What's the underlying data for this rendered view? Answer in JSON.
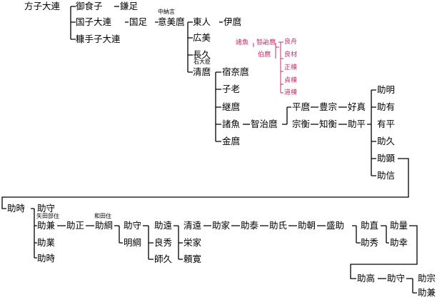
{
  "persons": [
    {
      "name": "方子大連"
    },
    {
      "name": "御食子"
    },
    {
      "name": "鎌足"
    },
    {
      "name": "国子大連"
    },
    {
      "name": "国足"
    },
    {
      "name": "意美麿",
      "title": "中納言"
    },
    {
      "name": "東人"
    },
    {
      "name": "伊麿"
    },
    {
      "name": "糠手子大連"
    },
    {
      "name": "広美"
    },
    {
      "name": "長久"
    },
    {
      "name": "清麿",
      "title": "右大臣"
    },
    {
      "name": "宿奈麿"
    },
    {
      "name": "子老"
    },
    {
      "name": "継麿"
    },
    {
      "name": "諸魚"
    },
    {
      "name": "智治麿"
    },
    {
      "name": "金麿"
    },
    {
      "name": "平麿"
    },
    {
      "name": "豊宗"
    },
    {
      "name": "好真"
    },
    {
      "name": "宗衡"
    },
    {
      "name": "知衡"
    },
    {
      "name": "助平"
    },
    {
      "name": "助明"
    },
    {
      "name": "助有"
    },
    {
      "name": "有平"
    },
    {
      "name": "助久"
    },
    {
      "name": "助顕"
    },
    {
      "name": "助信"
    },
    {
      "name": "助時"
    },
    {
      "name": "助守"
    },
    {
      "name": "助兼",
      "title": "矢田部住"
    },
    {
      "name": "助業"
    },
    {
      "name": "助時"
    },
    {
      "name": "助正"
    },
    {
      "name": "助綱",
      "title": "和田住"
    },
    {
      "name": "助守"
    },
    {
      "name": "明綱"
    },
    {
      "name": "助遠"
    },
    {
      "name": "良秀"
    },
    {
      "name": "師久"
    },
    {
      "name": "清遠"
    },
    {
      "name": "栄家"
    },
    {
      "name": "頼寛"
    },
    {
      "name": "助家"
    },
    {
      "name": "助泰"
    },
    {
      "name": "助氏"
    },
    {
      "name": "助朝"
    },
    {
      "name": "盛助"
    },
    {
      "name": "助直"
    },
    {
      "name": "助秀"
    },
    {
      "name": "助量"
    },
    {
      "name": "助幸"
    },
    {
      "name": "助高"
    },
    {
      "name": "助守"
    },
    {
      "name": "助宗"
    },
    {
      "name": "助兼"
    }
  ],
  "branch": [
    {
      "name": "諸魚"
    },
    {
      "name": "智治麿"
    },
    {
      "name": "伯麿"
    },
    {
      "name": "良舟"
    },
    {
      "name": "良材"
    },
    {
      "name": "正棟"
    },
    {
      "name": "貞棟"
    },
    {
      "name": "道棟"
    }
  ],
  "colors": {
    "line": "#000000",
    "text": "#000000",
    "branch": "#c0306a"
  }
}
